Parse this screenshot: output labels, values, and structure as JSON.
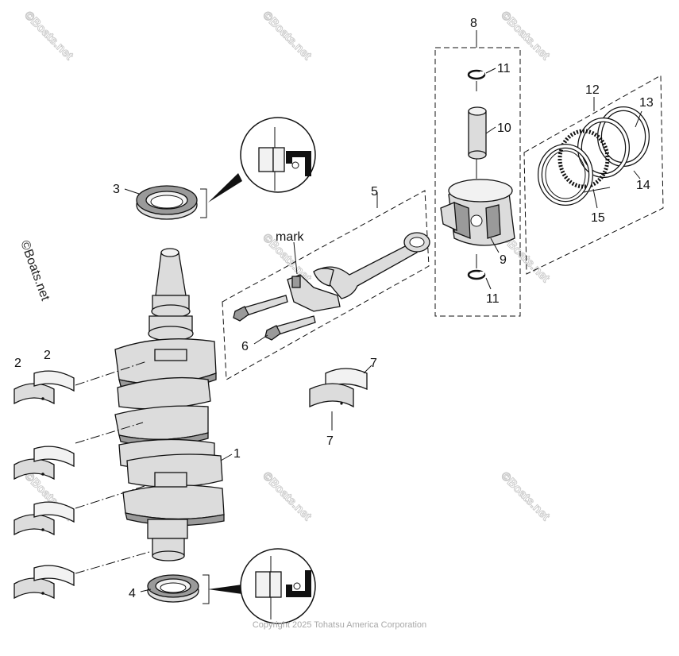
{
  "watermark": "©Boats.net",
  "copyright": "Copyright 2025 Tohatsu America Corporation",
  "callouts": {
    "c1": "1",
    "c2a": "2",
    "c2b": "2",
    "c3": "3",
    "c4": "4",
    "c5": "5",
    "c6": "6",
    "c7a": "7",
    "c7b": "7",
    "c8": "8",
    "c9": "9",
    "c10": "10",
    "c11a": "11",
    "c11b": "11",
    "c12": "12",
    "c13": "13",
    "c14": "14",
    "c15": "15",
    "mark": "mark"
  }
}
